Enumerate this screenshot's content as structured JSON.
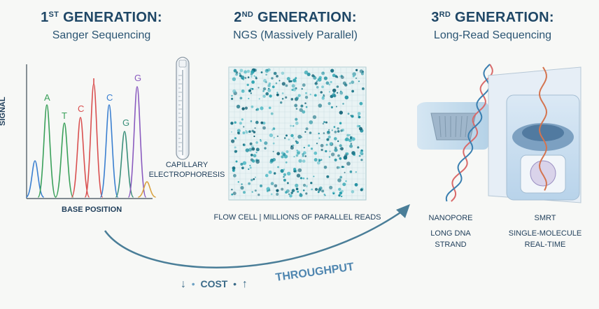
{
  "generations": [
    {
      "ordinal": "1",
      "suffix": "ST",
      "title": "GENERATION:",
      "subtitle": "Sanger Sequencing"
    },
    {
      "ordinal": "2",
      "suffix": "ND",
      "title": "GENERATION:",
      "subtitle": "NGS (Massively Parallel)"
    },
    {
      "ordinal": "3",
      "suffix": "RD",
      "title": "GENERATION:",
      "subtitle": "Long-Read Sequencing"
    }
  ],
  "chromatogram": {
    "y_label": "SIGNAL",
    "x_label": "BASE POSITION",
    "bases": [
      "A",
      "T",
      "C",
      "C",
      "G",
      "G"
    ],
    "base_colors": {
      "A": "#3aa05a",
      "T": "#3aa05a",
      "C": "#d94f4f",
      "G": "#8a5bbf",
      "B": "#3a7fd0"
    }
  },
  "capillary": {
    "label_line1": "CAPILLARY",
    "label_line2": "ELECTROPHORESIS"
  },
  "flow_cell": {
    "caption": "FLOW CELL | MILLIONS OF PARALLEL READS"
  },
  "nanopore": {
    "title": "NANOPORE",
    "line1": "LONG DNA",
    "line2": "STRAND"
  },
  "smrt": {
    "title": "SMRT",
    "line1": "SINGLE-MOLECULE",
    "line2": "REAL-TIME"
  },
  "trend": {
    "down_arrow": "↓",
    "cost": "COST",
    "up_arrow": "↑",
    "throughput": "THROUGHPUT"
  },
  "colors": {
    "title": "#1f4766",
    "arrow": "#4a7e98",
    "throughput": "#4f86b0",
    "teal": "#2aa3b0"
  }
}
